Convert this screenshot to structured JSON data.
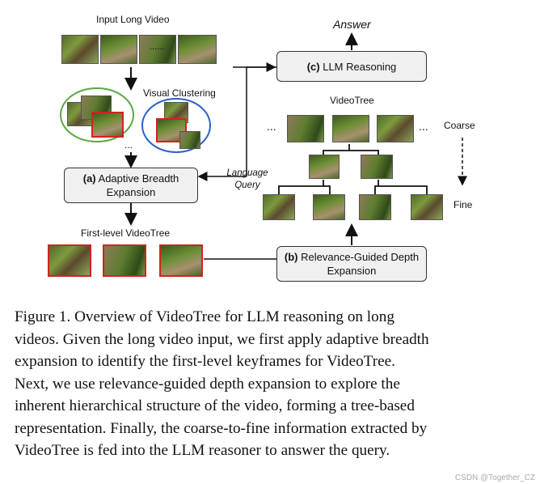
{
  "diagram": {
    "input_label": "Input Long Video",
    "input_dots": "......",
    "visual_clustering_label": "Visual Clustering",
    "clusters_dots": "...",
    "breadth_box": {
      "prefix": "(a)",
      "text": "Adaptive Breadth Expansion"
    },
    "first_level_label": "First-level VideoTree",
    "language_query_label": "Language Query",
    "answer_label": "Answer",
    "reasoning_box": {
      "prefix": "(c)",
      "text": "LLM Reasoning"
    },
    "videotree_label": "VideoTree",
    "tree_dots_left": "...",
    "tree_dots_right": "...",
    "coarse_label": "Coarse",
    "fine_label": "Fine",
    "depth_box": {
      "prefix": "(b)",
      "text": "Relevance-Guided Depth Expansion"
    }
  },
  "caption": {
    "lines": [
      "Figure 1. Overview of VideoTree for LLM reasoning on long",
      "videos. Given the long video input, we first apply adaptive breadth",
      "expansion to identify the first-level keyframes for VideoTree.",
      "Next, we use relevance-guided depth expansion to explore the",
      "inherent hierarchical structure of the video, forming a tree-based",
      "representation. Finally, the coarse-to-fine information extracted by",
      "VideoTree is fed into the LLM reasoner to answer the query."
    ]
  },
  "watermark": "CSDN @Together_CZ",
  "colors": {
    "highlight_frame": "#d62020",
    "cluster_green": "#5aa845",
    "cluster_blue": "#2a5fcf",
    "box_fill": "#f0f0f0"
  }
}
